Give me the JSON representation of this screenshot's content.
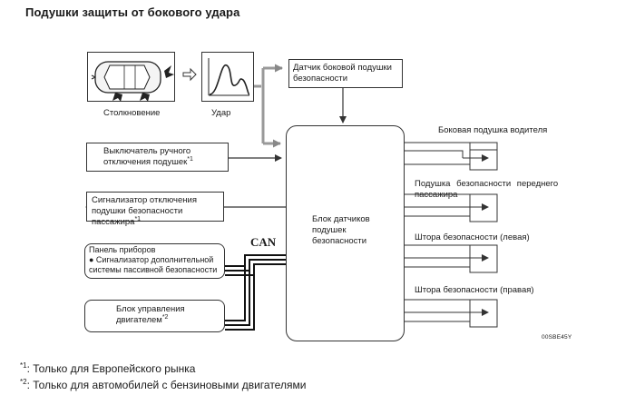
{
  "title": "Подушки защиты от бокового удара",
  "impact_panel": {
    "collision_label": "Столкновение",
    "impact_label": "Удар"
  },
  "side_airbag_sensor": "Датчик боковой подушки безопасности",
  "manual_switch": {
    "label": "Выключатель ручного отключения подушек",
    "mark": "*1"
  },
  "passenger_indicator": {
    "label": "Сигнализатор отключения подушки безопасности пассажира",
    "mark": "*1"
  },
  "instrument_panel": {
    "label": "Панель приборов",
    "item": "● Сигнализатор дополнительной системы пассивной безопасности"
  },
  "engine_ecu": {
    "label": "Блок управления двигателем",
    "mark": "*2"
  },
  "can_label": "CAN",
  "airbag_unit": "Блок датчиков подушек безопасности",
  "outputs": [
    "Боковая подушка водителя",
    "Подушка безопасности переднего пассажира",
    "Штора безопасности (левая)",
    "Штора безопасности (правая)"
  ],
  "figure_code": "00SBE45Y",
  "footnotes": [
    {
      "mark": "*1",
      "text": ": Только для Европейского рынка"
    },
    {
      "mark": "*2",
      "text": ": Только для автомобилей с бензиновыми двигателями"
    }
  ]
}
